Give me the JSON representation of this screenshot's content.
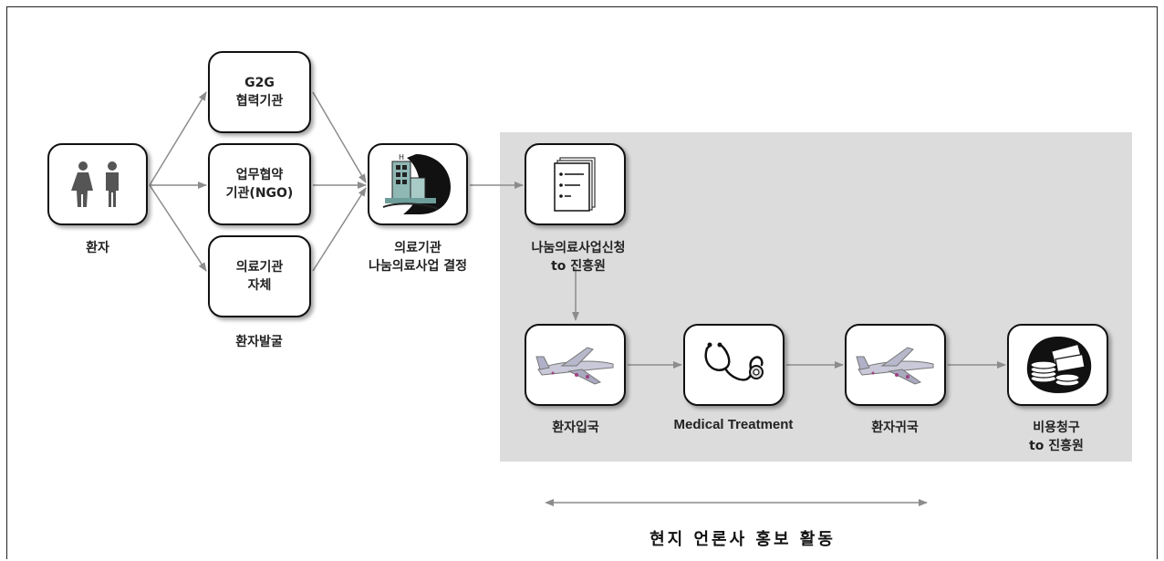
{
  "patient": {
    "caption": "환자"
  },
  "sources": {
    "g2g": "G2G\n협력기관",
    "ngo": "업무협약\n기관(NGO)",
    "self": "의료기관\n자체",
    "caption": "환자발굴"
  },
  "hospital": {
    "caption": "의료기관\n나눔의료사업 결정"
  },
  "application": {
    "caption": "나눔의료사업신청\nto 진흥원"
  },
  "steps": {
    "entry": "환자입국",
    "treatment": "Medical Treatment",
    "return": "환자귀국",
    "billing": "비용청구\nto 진흥원"
  },
  "bottom": {
    "label": "현지 언론사 홍보 활동"
  },
  "colors": {
    "shade": "#dcdcdc",
    "arrow": "#8c8c8c",
    "border": "#111111"
  }
}
